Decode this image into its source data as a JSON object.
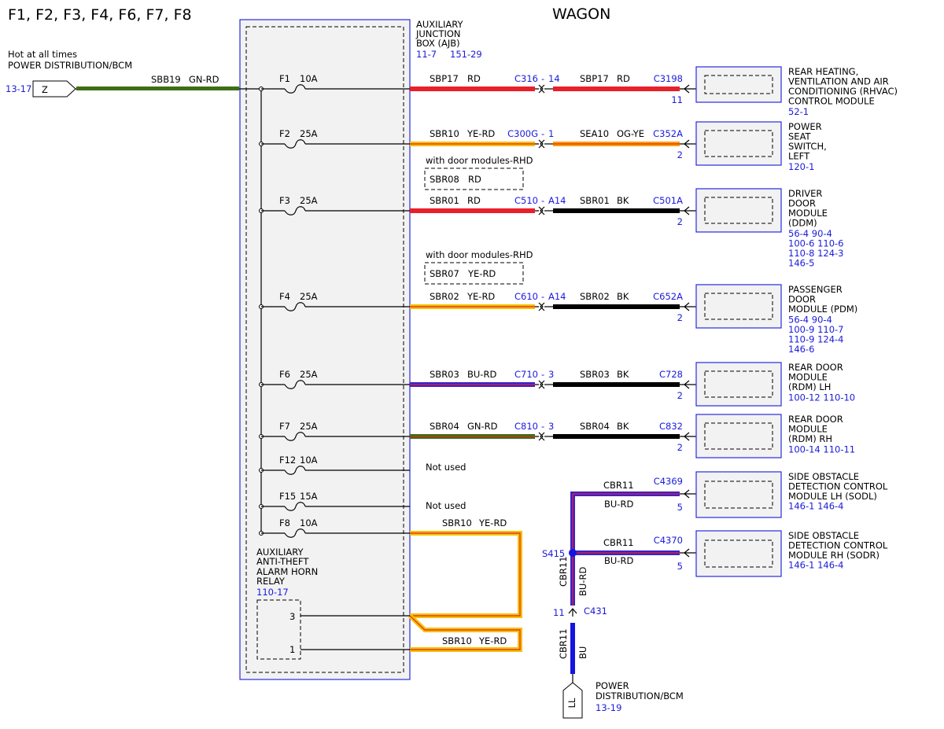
{
  "header": {
    "fuses_title": "F1, F2, F3, F4, F6, F7, F8",
    "variant": "WAGON"
  },
  "source": {
    "line1": "Hot at all times",
    "line2": "POWER DISTRIBUTION/BCM",
    "ref": "13-17",
    "connector": "Z",
    "circuit": "SBB19",
    "color": "GN-RD"
  },
  "ajb": {
    "title_lines": [
      "AUXILIARY",
      "JUNCTION",
      "BOX (AJB)"
    ],
    "refs": [
      "11-7",
      "151-29"
    ]
  },
  "fuses": [
    {
      "name": "F1",
      "rating": "10A"
    },
    {
      "name": "F2",
      "rating": "25A"
    },
    {
      "name": "F3",
      "rating": "25A"
    },
    {
      "name": "F4",
      "rating": "25A"
    },
    {
      "name": "F6",
      "rating": "25A"
    },
    {
      "name": "F7",
      "rating": "25A"
    },
    {
      "name": "F12",
      "rating": "10A"
    },
    {
      "name": "F15",
      "rating": "15A"
    },
    {
      "name": "F8",
      "rating": "10A"
    }
  ],
  "circuits": [
    {
      "left_circuit": "SBP17",
      "left_color": "RD",
      "inline_conn": "C316",
      "inline_pin": "14",
      "right_circuit": "SBP17",
      "right_color": "RD",
      "module_conn": "C3198",
      "module_pin": "11",
      "module_lines": [
        "REAR HEATING,",
        "VENTILATION AND AIR",
        "CONDITIONING (RHVAC)",
        "CONTROL MODULE"
      ],
      "module_refs": [
        "52-1"
      ],
      "left_wire": "#e8202a",
      "right_wire": "#e8202a"
    },
    {
      "left_circuit": "SBR10",
      "left_color": "YE-RD",
      "inline_conn": "C300G",
      "inline_pin": "1",
      "right_circuit": "SEA10",
      "right_color": "OG-YE",
      "module_conn": "C352A",
      "module_pin": "2",
      "module_lines": [
        "POWER",
        "SEAT",
        "SWITCH,",
        "LEFT"
      ],
      "module_refs": [
        "120-1"
      ],
      "left_wire": "#f2c200",
      "right_wire": "#f5a300"
    },
    {
      "left_circuit": "SBR01",
      "left_color": "RD",
      "inline_conn": "C510",
      "inline_pin": "A14",
      "right_circuit": "SBR01",
      "right_color": "BK",
      "module_conn": "C501A",
      "module_pin": "2",
      "module_lines": [
        "DRIVER",
        "DOOR",
        "MODULE",
        "(DDM)"
      ],
      "module_refs": [
        "56-4   90-4",
        "100-6  110-6",
        "110-8  124-3",
        "146-5"
      ],
      "left_wire": "#e8202a",
      "right_wire": "#000000"
    },
    {
      "left_circuit": "SBR02",
      "left_color": "YE-RD",
      "inline_conn": "C610",
      "inline_pin": "A14",
      "right_circuit": "SBR02",
      "right_color": "BK",
      "module_conn": "C652A",
      "module_pin": "2",
      "module_lines": [
        "PASSENGER",
        "DOOR",
        "MODULE (PDM)"
      ],
      "module_refs": [
        "56-4   90-4",
        "100-9  110-7",
        "110-9  124-4",
        "146-6"
      ],
      "left_wire": "#f2c200",
      "right_wire": "#000000"
    },
    {
      "left_circuit": "SBR03",
      "left_color": "BU-RD",
      "inline_conn": "C710",
      "inline_pin": "3",
      "right_circuit": "SBR03",
      "right_color": "BK",
      "module_conn": "C728",
      "module_pin": "2",
      "module_lines": [
        "REAR DOOR",
        "MODULE",
        "(RDM) LH"
      ],
      "module_refs": [
        "100-12  110-10"
      ],
      "left_wire": "#3a22c8",
      "right_wire": "#000000"
    },
    {
      "left_circuit": "SBR04",
      "left_color": "GN-RD",
      "inline_conn": "C810",
      "inline_pin": "3",
      "right_circuit": "SBR04",
      "right_color": "BK",
      "module_conn": "C832",
      "module_pin": "2",
      "module_lines": [
        "REAR DOOR",
        "MODULE",
        "(RDM) RH"
      ],
      "module_refs": [
        "100-14  110-11"
      ],
      "left_wire": "#3f6e14",
      "right_wire": "#000000"
    }
  ],
  "rhd_notes": [
    {
      "label": "with door modules-RHD",
      "circuit": "SBR08",
      "color": "RD"
    },
    {
      "label": "with door modules-RHD",
      "circuit": "SBR07",
      "color": "YE-RD"
    }
  ],
  "not_used": [
    "Not used",
    "Not used"
  ],
  "f8": {
    "circuit": "SBR10",
    "color": "YE-RD"
  },
  "relay": {
    "lines": [
      "AUXILIARY",
      "ANTI-THEFT",
      "ALARM HORN",
      "RELAY"
    ],
    "ref": "110-17",
    "pins": [
      "3",
      "1"
    ],
    "lower_circuit": "SBR10",
    "lower_color": "YE-RD"
  },
  "sod": [
    {
      "circuit": "CBR11",
      "color": "BU-RD",
      "conn": "C4369",
      "pin": "5",
      "lines": [
        "SIDE OBSTACLE",
        "DETECTION CONTROL",
        "MODULE LH (SODL)"
      ],
      "refs": [
        "146-1  146-4"
      ]
    },
    {
      "circuit": "CBR11",
      "color": "BU-RD",
      "conn": "C4370",
      "pin": "5",
      "lines": [
        "SIDE OBSTACLE",
        "DETECTION CONTROL",
        "MODULE RH (SODR)"
      ],
      "refs": [
        "146-1  146-4"
      ]
    }
  ],
  "splice": {
    "name": "S415",
    "upper_circuit": "CBR11",
    "upper_color": "BU-RD",
    "conn": "C431",
    "pin": "11",
    "lower_circuit": "CBR11",
    "lower_color": "BU"
  },
  "bottom_source": {
    "connector": "LL",
    "line1": "POWER",
    "line2": "DISTRIBUTION/BCM",
    "ref": "13-19"
  },
  "colors": {
    "blue_ref": "#1a1adb",
    "box_border": "#2a2ae0",
    "box_fill": "#f2f2f2",
    "green": "#3f6e14",
    "yellow": "#f2c200",
    "red": "#e8202a",
    "blue_wire": "#3a22c8",
    "bright_blue": "#1515e0"
  }
}
